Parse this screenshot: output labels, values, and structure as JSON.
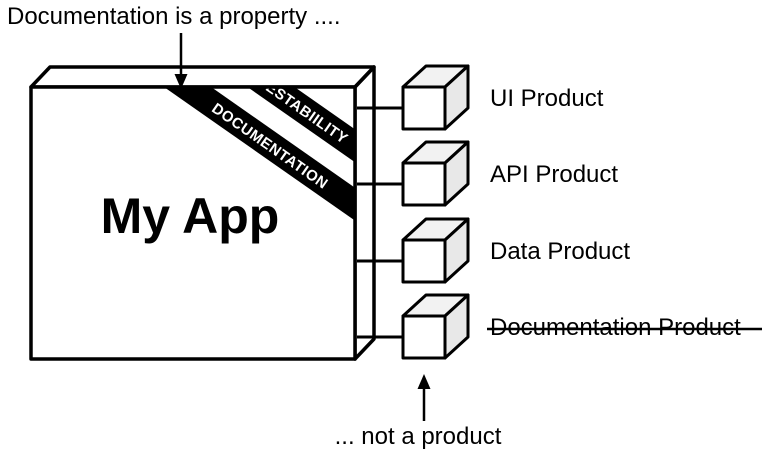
{
  "diagram": {
    "app": {
      "label": "My App"
    },
    "ribbons": {
      "testability": "TESTABIILITY",
      "documentation": "DOCUMENTATION"
    },
    "annotations": {
      "top": "Documentation is a property ....",
      "bottom": "... not a product"
    },
    "products": [
      {
        "label": "UI Product",
        "struck_through": false
      },
      {
        "label": "API Product",
        "struck_through": false
      },
      {
        "label": "Data Product",
        "struck_through": false
      },
      {
        "label": "Documentation Product",
        "struck_through": true
      }
    ],
    "colors": {
      "background": "#ffffff",
      "outline": "#000000",
      "box_top_face": "#f0f0f0",
      "box_side_face": "#e6e6e6",
      "cube_top_face": "#f2f2f2",
      "cube_side_face": "#e8e8e8",
      "ribbon_fill": "#000000",
      "ribbon_text": "#ffffff",
      "face_fill": "#ffffff"
    }
  }
}
